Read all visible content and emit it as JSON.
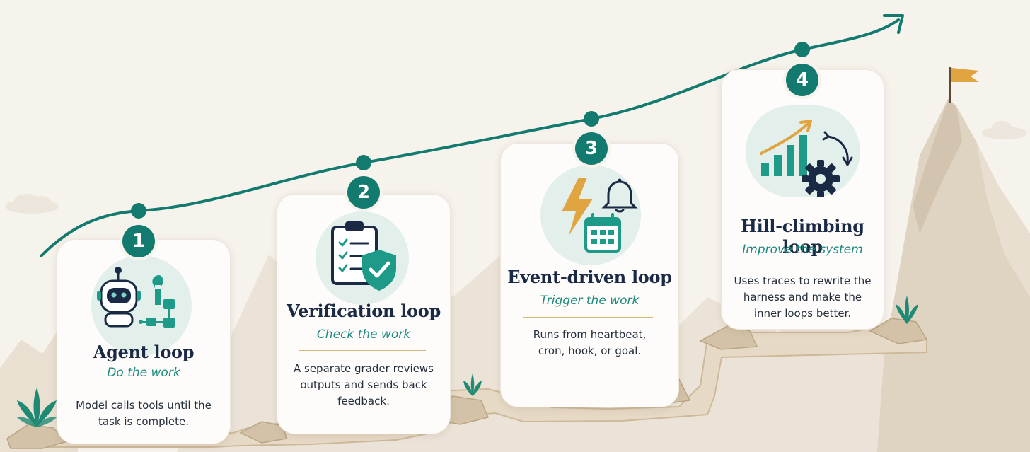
{
  "steps": [
    {
      "number": "1",
      "title": "Agent loop",
      "subtitle": "Do the work",
      "description": "Model calls tools until the task is complete.",
      "icon": "robot-with-wrench-and-flow-icon"
    },
    {
      "number": "2",
      "title": "Verification loop",
      "subtitle": "Check the work",
      "description": "A separate grader reviews outputs and sends back feedback.",
      "icon": "clipboard-checklist-shield-icon"
    },
    {
      "number": "3",
      "title": "Event-driven loop",
      "subtitle": "Trigger the work",
      "description": "Runs from heartbeat, cron, hook, or goal.",
      "icon": "lightning-bell-calendar-icon"
    },
    {
      "number": "4",
      "title": "Hill-climbing loop",
      "subtitle": "Improve the system",
      "description": "Uses traces to rewrite the harness and make the inner loops better.",
      "icon": "growth-chart-gear-cycle-icon"
    }
  ],
  "colors": {
    "accent_teal": "#127a6e",
    "title_navy": "#1b2a44",
    "subtitle_teal": "#1d8a7e",
    "divider_gold": "#d7b77a",
    "flag_gold": "#e0a441",
    "mountain_sand": "#ddd0bd"
  }
}
